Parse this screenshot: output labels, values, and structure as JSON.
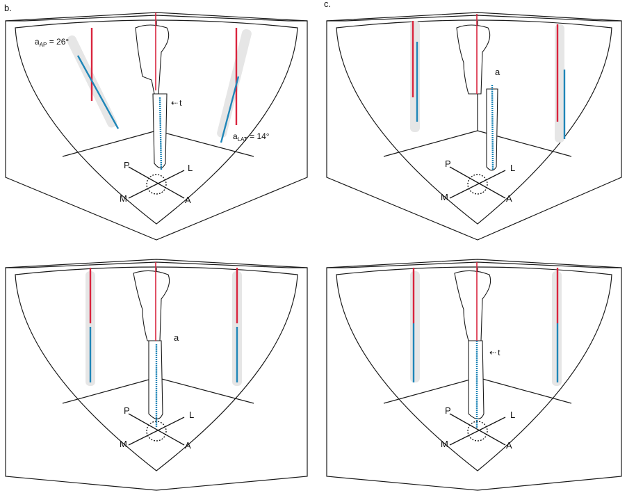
{
  "figure": {
    "panel_labels": [
      "b.",
      "c."
    ],
    "colors": {
      "proximal_axis": "#d9243d",
      "distal_axis": "#1f86b8",
      "outline": "#1a1a1a",
      "box_fill": "#ffffff",
      "shadow_bone": "#e6e6e6"
    },
    "panels": [
      {
        "id": "b-top",
        "angle_ap": {
          "main": "a",
          "sub": "AP",
          "value": " = 26°"
        },
        "angle_lat": {
          "main": "a",
          "sub": "LAT",
          "value": " = 14°"
        },
        "marker": {
          "arrow": "⇠",
          "letter": "t"
        },
        "axes": {
          "P": "P",
          "L": "L",
          "M": "M",
          "A": "A"
        }
      },
      {
        "id": "c-top",
        "marker": {
          "letter": "a"
        },
        "axes": {
          "P": "P",
          "L": "L",
          "M": "M",
          "A": "A"
        }
      },
      {
        "id": "b-bottom",
        "marker": {
          "letter": "a"
        },
        "axes": {
          "P": "P",
          "L": "L",
          "M": "M",
          "A": "A"
        }
      },
      {
        "id": "c-bottom",
        "marker": {
          "arrow": "⇠",
          "letter": "t"
        },
        "axes": {
          "P": "P",
          "L": "L",
          "M": "M",
          "A": "A"
        }
      }
    ]
  }
}
